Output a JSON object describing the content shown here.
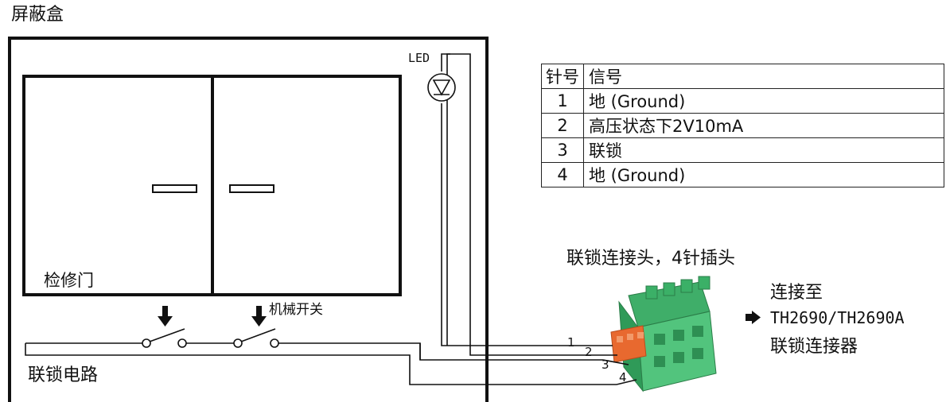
{
  "labels": {
    "shield_box": "屏蔽盒",
    "maintenance_door": "检修门",
    "led": "LED",
    "mechanical_switch": "机械开关",
    "interlock_circuit": "联锁电路",
    "connector_title": "联锁连接头，4针插头",
    "connect_to_line1": "连接至",
    "connect_to_line2": "TH2690/TH2690A",
    "connect_to_line3": "联锁连接器"
  },
  "wire_numbers": [
    "1",
    "2",
    "3",
    "4"
  ],
  "pin_table": {
    "headers": [
      "针号",
      "信号"
    ],
    "rows": [
      {
        "pin": "1",
        "signal": "地 (Ground)"
      },
      {
        "pin": "2",
        "signal": "高压状态下2V10mA"
      },
      {
        "pin": "3",
        "signal": "联锁"
      },
      {
        "pin": "4",
        "signal": "地 (Ground)"
      }
    ]
  },
  "colors": {
    "line": "#111111",
    "connector_green": "#4fbf7a",
    "connector_orange": "#e8692f"
  }
}
